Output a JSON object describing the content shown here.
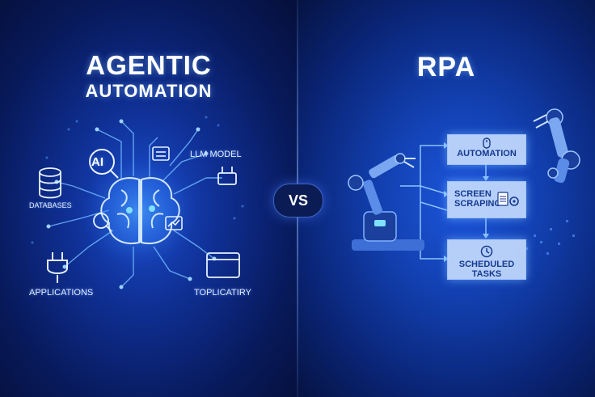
{
  "left": {
    "title_line1": "AGENTIC",
    "title_line2": "AUTOMATION",
    "labels": {
      "databases": "DATABASES",
      "llm_model": "LLM MODEL",
      "applications": "APPLICATIONS",
      "toplicatiry": "TOPLICATIRY",
      "ai": "AI"
    }
  },
  "center": {
    "vs": "VS"
  },
  "right": {
    "title": "RPA",
    "steps": {
      "automation": "AUTOMATION",
      "screen_line1": "SCREEN",
      "screen_line2": "SCRAPING",
      "scheduled": "SCHEDULED TASKS"
    }
  },
  "colors": {
    "accent": "#3fa9ff",
    "box_fill": "#c8deff",
    "box_text": "#163a8f",
    "bg_dark": "#061238"
  }
}
